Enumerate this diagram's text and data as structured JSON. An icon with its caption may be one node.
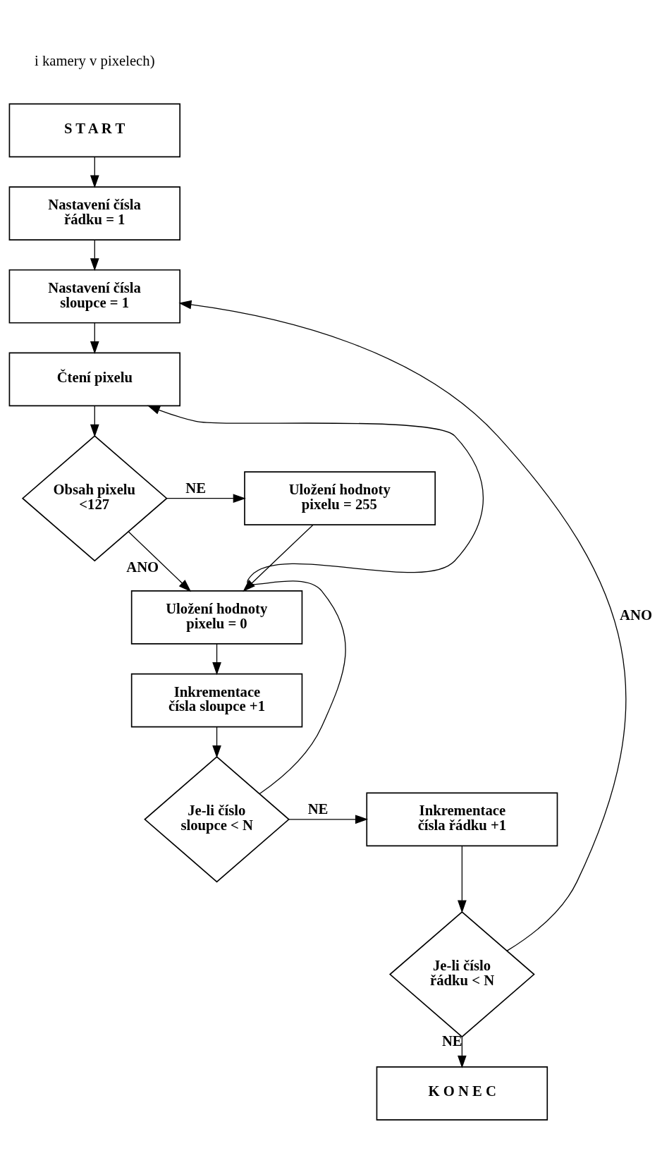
{
  "diagram": {
    "nodes": [
      {
        "text": [
          "S T A R T"
        ]
      },
      {
        "text": [
          "Nastavení čísla řádku = 1"
        ]
      },
      {
        "text": [
          "Nastavení čísla sloupce = 1"
        ]
      },
      {
        "text": [
          "Čtení pixelu"
        ]
      },
      {
        "text": [
          "Obsah pixelu <127"
        ]
      },
      {
        "text": [
          "Uložení hodnoty pixelu = 255"
        ]
      },
      {
        "text": [
          "Uložení hodnoty pixelu = 0"
        ]
      },
      {
        "text": [
          "Inkrementace čísla sloupce +1"
        ]
      },
      {
        "text": [
          "Je-li číslo sloupce < N"
        ]
      },
      {
        "text": [
          "Inkrementace čísla řádku +1"
        ]
      },
      {
        "text": [
          "Je-li číslo řádku < N"
        ]
      },
      {
        "text": [
          "K O N E C"
        ]
      }
    ],
    "edges": [
      {
        "from": 0,
        "to": 1,
        "arrow": "to"
      },
      {
        "from": 1,
        "to": 2,
        "arrow": "to"
      },
      {
        "from": 2,
        "to": 3,
        "arrow": "to"
      },
      {
        "from": 3,
        "to": 4,
        "arrow": "to"
      },
      {
        "from": 4,
        "to": 5,
        "arrow": "to",
        "label": "NE"
      },
      {
        "from": 4,
        "to": 6,
        "arrow": "to",
        "label": "ANO"
      },
      {
        "from": 5,
        "to": 6,
        "arrow": "to"
      },
      {
        "from": 6,
        "to": 7,
        "arrow": "to"
      },
      {
        "from": 7,
        "to": 8,
        "arrow": "to"
      },
      {
        "from": 8,
        "to": 9,
        "arrow": "to",
        "label": "NE"
      },
      {
        "from": 8,
        "to": 3,
        "arrow": "to"
      },
      {
        "from": 9,
        "to": 10,
        "arrow": "to"
      },
      {
        "from": 10,
        "to": 2,
        "arrow": "to",
        "label": "ANO"
      },
      {
        "from": 10,
        "to": 11,
        "arrow": "to",
        "label": "NE"
      }
    ],
    "labels": [
      "i kamery v pixelech)"
    ]
  }
}
